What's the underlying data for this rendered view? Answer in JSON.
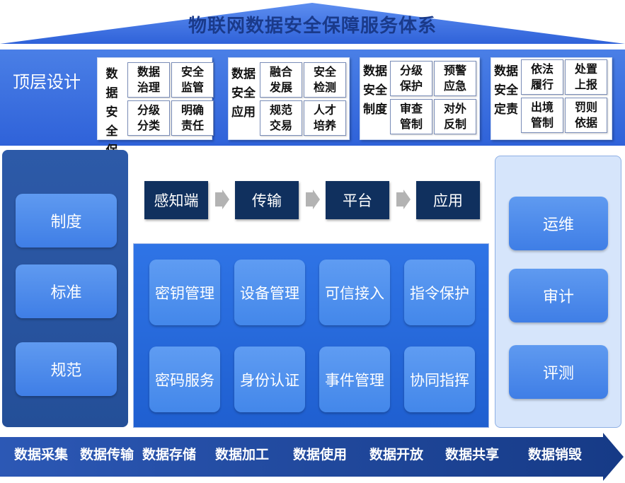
{
  "title": "物联网数据安全保障服务体系",
  "top_layer": {
    "label": "顶层设计",
    "groups": [
      {
        "title": [
          "数据",
          "安全",
          "保障"
        ],
        "cells": [
          "数据治理",
          "安全监管",
          "分级分类",
          "明确责任"
        ]
      },
      {
        "title": [
          "数据",
          "安全",
          "应用"
        ],
        "cells": [
          "融合发展",
          "安全检测",
          "规范交易",
          "人才培养"
        ]
      },
      {
        "title": [
          "数据",
          "安全",
          "制度"
        ],
        "cells": [
          "分级保护",
          "预警应急",
          "审查管制",
          "对外反制"
        ]
      },
      {
        "title": [
          "数据",
          "安全",
          "定责"
        ],
        "cells": [
          "依法履行",
          "处置上报",
          "出境管制",
          "罚则依据"
        ]
      }
    ]
  },
  "left_column": [
    "制度",
    "标准",
    "规范"
  ],
  "flow": [
    "感知端",
    "传输",
    "平台",
    "应用"
  ],
  "services": [
    "密钥管理",
    "设备管理",
    "可信接入",
    "指令保护",
    "密码服务",
    "身份认证",
    "事件管理",
    "协同指挥"
  ],
  "right_column": [
    "运维",
    "审计",
    "评测"
  ],
  "lifecycle": [
    "数据采集",
    "数据传输",
    "数据存储",
    "数据加工",
    "数据使用",
    "数据开放",
    "数据共享",
    "数据销毁"
  ],
  "colors": {
    "roof": "#3266d8",
    "top_band": "#3a6fdf",
    "dark_navy": "#10305e",
    "left_column": "#2a569f",
    "center_block": "#2a6ae0",
    "right_column": "#d6e5fb",
    "bottom_arrow": "#1b3f8f"
  }
}
